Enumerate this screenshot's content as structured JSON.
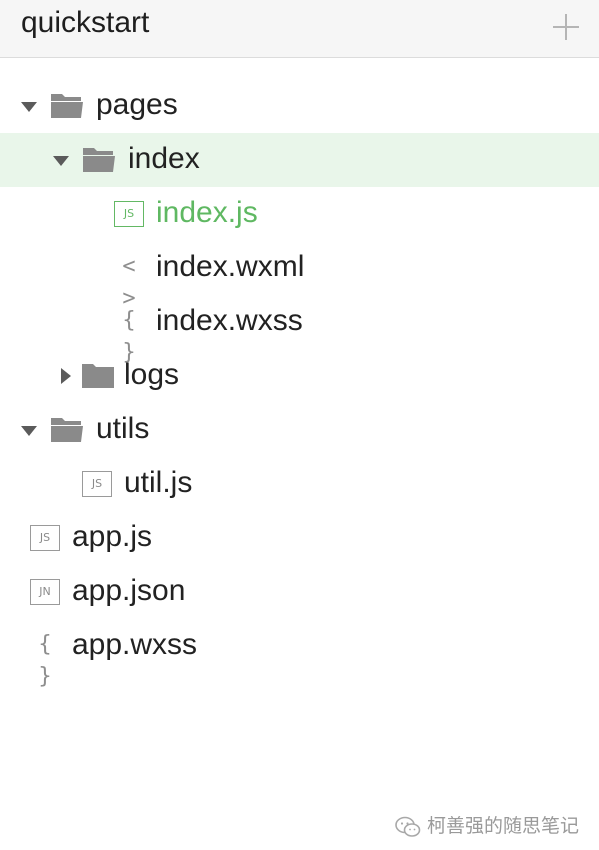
{
  "project": {
    "title": "quickstart"
  },
  "tree": {
    "pages": {
      "label": "pages"
    },
    "index": {
      "label": "index"
    },
    "index_js": {
      "label": "index.js",
      "badge": "JS"
    },
    "index_wxml": {
      "label": "index.wxml",
      "glyph": "< >"
    },
    "index_wxss": {
      "label": "index.wxss",
      "glyph": "{ }"
    },
    "logs": {
      "label": "logs"
    },
    "utils": {
      "label": "utils"
    },
    "util_js": {
      "label": "util.js",
      "badge": "JS"
    },
    "app_js": {
      "label": "app.js",
      "badge": "JS"
    },
    "app_json": {
      "label": "app.json",
      "badge": "JN"
    },
    "app_wxss": {
      "label": "app.wxss",
      "glyph": "{ }"
    }
  },
  "watermark": {
    "text": "柯善强的随思笔记"
  },
  "colors": {
    "accent_green": "#5fb862",
    "selected_row": "#e9f6ea",
    "icon_gray": "#8e8e8e"
  }
}
